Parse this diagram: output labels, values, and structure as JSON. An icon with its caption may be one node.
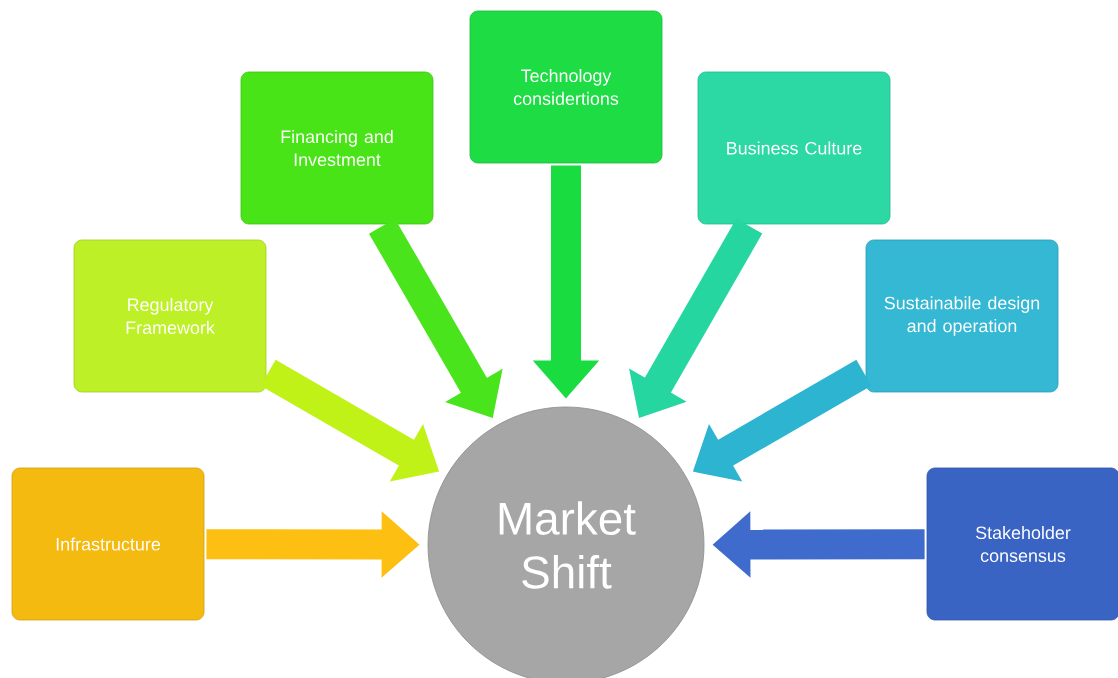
{
  "diagram": {
    "nodes": [
      {
        "text": [
          "Infrastructure"
        ]
      },
      {
        "text": [
          "Regulatory Framework"
        ]
      },
      {
        "text": [
          "Financing and Investment"
        ]
      },
      {
        "text": [
          "Technology considertions"
        ]
      },
      {
        "text": [
          "Business Culture"
        ]
      },
      {
        "text": [
          "Sustainabile design and operation"
        ]
      },
      {
        "text": [
          "Stakeholder consensus"
        ]
      },
      {
        "text": [
          "Market Shift"
        ]
      }
    ],
    "edges": [
      {
        "from": 0,
        "to": 7,
        "arrow": "to",
        "color": "#fcbf12"
      },
      {
        "from": 1,
        "to": 7,
        "arrow": "to",
        "color": "#c0f218"
      },
      {
        "from": 2,
        "to": 7,
        "arrow": "to",
        "color": "#4ae41c"
      },
      {
        "from": 3,
        "to": 7,
        "arrow": "to",
        "color": "#18dc40"
      },
      {
        "from": 4,
        "to": 7,
        "arrow": "to",
        "color": "#26d6a0"
      },
      {
        "from": 5,
        "to": 7,
        "arrow": "to",
        "color": "#2cb4d0"
      },
      {
        "from": 6,
        "to": 7,
        "arrow": "to",
        "color": "#3f6ccc"
      }
    ]
  }
}
